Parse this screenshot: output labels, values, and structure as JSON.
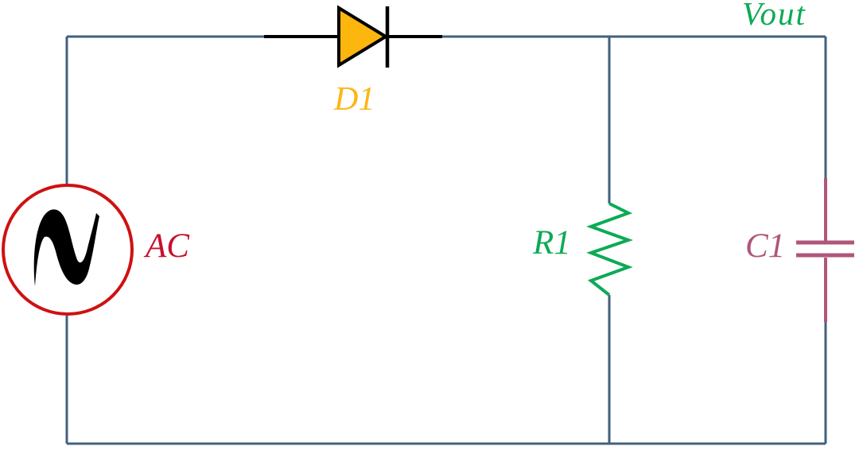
{
  "labels": {
    "source": "AC",
    "diode": "D1",
    "resistor": "R1",
    "capacitor": "C1",
    "output_node": "Vout"
  },
  "colors": {
    "wire": "#41607d",
    "component_outline": "#000000",
    "source_outline": "#cf1111",
    "source_label": "#c8102e",
    "diode_fill": "#fdb60d",
    "diode_label": "#fdb515",
    "resistor": "#0daa55",
    "output_label": "#0daa55",
    "capacitor": "#b0557a"
  }
}
